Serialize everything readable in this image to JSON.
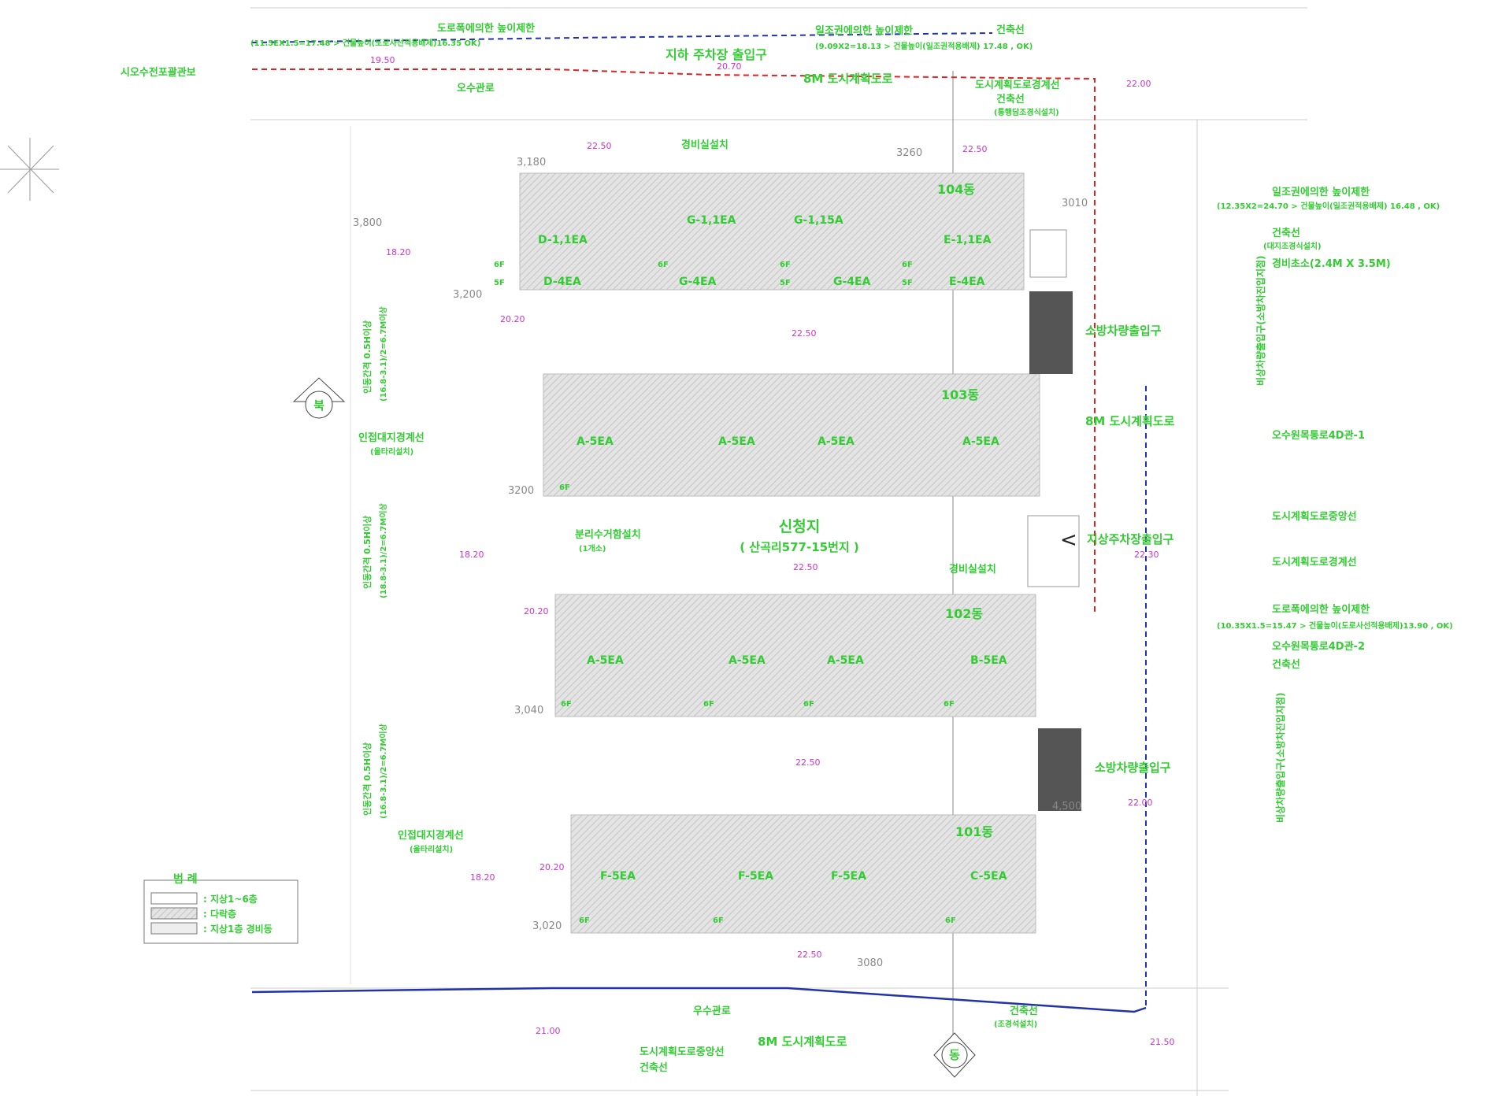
{
  "site": {
    "title": "신청지",
    "address": "( 산곡리577-15번지 )",
    "north_mark": "북",
    "south_mark": "동"
  },
  "buildings": {
    "b104": {
      "label": "104동",
      "units": [
        "D-1,1EA",
        "G-1,1EA",
        "G-1,15A",
        "E-1,1EA",
        "D-4EA",
        "G-4EA",
        "G-4EA",
        "E-4EA"
      ]
    },
    "b103": {
      "label": "103동",
      "units": [
        "A-5EA",
        "A-5EA",
        "A-5EA",
        "A-5EA"
      ]
    },
    "b102": {
      "label": "102동",
      "units": [
        "A-5EA",
        "A-5EA",
        "A-5EA",
        "B-5EA"
      ]
    },
    "b101": {
      "label": "101동",
      "units": [
        "F-5EA",
        "F-5EA",
        "F-5EA",
        "C-5EA"
      ]
    }
  },
  "floor_marks": [
    "6F",
    "5F",
    "6F",
    "5F",
    "6F",
    "5F",
    "6F",
    "6F",
    "6F",
    "6F",
    "6F",
    "6F",
    "6F",
    "6F",
    "6F"
  ],
  "elevations": [
    "19.50",
    "20.70",
    "22.00",
    "22.50",
    "22.50",
    "18.20",
    "20.20",
    "22.50",
    "22.30",
    "18.20",
    "22.50",
    "20.20",
    "22.50",
    "22.00",
    "18.20",
    "20.20",
    "22.50",
    "21.00",
    "21.50"
  ],
  "dimensions": [
    "3200",
    "3,040",
    "3,020",
    "3080",
    "3010",
    "3,200",
    "3,180",
    "3260",
    "4,500",
    "3,800"
  ],
  "labels": {
    "road_top_height": "도로폭에의한 높이제한",
    "road_top_calc": "(11.5EX1.5=17.48 > 건물높이(도로사선적용배제)16.35 OK)",
    "sun_top": "일조권에의한 높이제한",
    "sun_top_calc": "(9.09X2=18.13 > 건물높이(일조권적용배제) 17.48 , OK)",
    "building_line_top": "건축선",
    "manhole": "시오수전포괄관보",
    "sewer": "오수관로",
    "parking_entry": "지하 주차장 출입구",
    "road_8m_top": "8M 도시계획도로",
    "road_boundary_top": "도시계획도로경계선",
    "building_line_fence": "건축선",
    "building_line_fence_note": "(통행담조경식설치)",
    "guard": "경비실설치",
    "sun_right": "일조권에의한 높이제한",
    "sun_right_calc": "(12.35X2=24.70 > 건물높이(일조권적용배제) 16.48 , OK)",
    "bl_right": "건축선",
    "bl_right_note": "(대지조경식설치)",
    "guard_house": "경비초소(2.4M X 3.5M)",
    "fire_entry_1": "소방차량출입구",
    "fire_vertical_1": "비상차량출입구(소방차진입지점)",
    "road_8m_right": "8M 도시계획도로",
    "sewer_line_1": "오수원목통로4D관-1",
    "adjacent_line_left": "인접대지경계선",
    "adjacent_line_left_note": "(울타리설치)",
    "recycling": "분리수거함설치",
    "recycling_note": "(1개소)",
    "road_boundary_right": "도시계획도로중앙선",
    "ground_parking": "지상주차장출입구",
    "road_edge_right": "도시계획도로경계선",
    "guard2": "경비실설치",
    "road_height_right": "도로폭에의한 높이제한",
    "road_height_right_calc": "(10.35X1.5=15.47 > 건물높이(도로사선적용배제)13.90 , OK)",
    "sewer_line_2": "오수원목통로4D관-2",
    "bl_right_2": "건축선",
    "fire_entry_2": "소방차량출입구",
    "fire_vertical_2": "비상차량출입구(소방차진입지점)",
    "adjacent_line_left_2": "인접대지경계선",
    "adjacent_line_left_2_note": "(울타리설치)",
    "rain": "우수관로",
    "road_center_bottom": "도시계획도로중앙선",
    "bl_bottom": "건축선",
    "road_8m_bottom": "8M 도시계획도로",
    "bl_bottom_right": "건축선",
    "bl_bottom_right_note": "(조경석설치)",
    "spacing_1": "인동간격 0.5H이상",
    "spacing_1_calc": "(16.8-3.1)/2=6.7M이상",
    "spacing_2": "인동간격 0.5H이상",
    "spacing_2_calc": "(18.8-3.1)/2=6.7M이상",
    "spacing_3": "인동간격 0.5H이상",
    "spacing_3_calc": "(16.8-3.1)/2=6.7M이상"
  },
  "legend": {
    "title": "범 례",
    "items": [
      ": 지상1~6층",
      ": 다락층",
      ": 지상1층 경비동"
    ]
  },
  "colors": {
    "green": "#33cc33",
    "magenta": "#cc33cc",
    "red_line": "#dd2222",
    "blue_line": "#2233aa",
    "hatch": "#cfcfcf"
  }
}
